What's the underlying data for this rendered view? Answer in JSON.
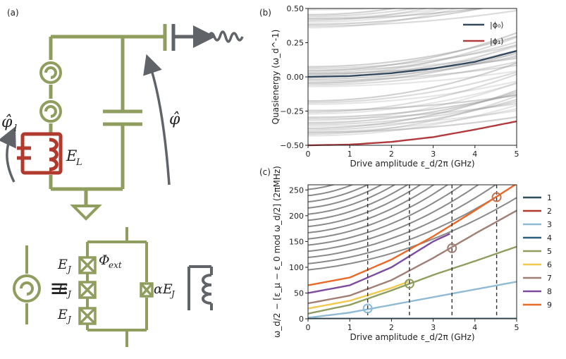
{
  "panels": {
    "a": "(a)",
    "b": "(b)",
    "c": "(c)"
  },
  "circuit": {
    "phi_l": "φ̂",
    "phi_l_sub": "l",
    "phi": "φ̂",
    "E_L": "E",
    "E_L_sub": "L",
    "EJ1": "E",
    "EJ2": "E",
    "EJ3": "E",
    "EJ_sub": "J",
    "Phi_ext": "Φ",
    "Phi_ext_sub": "ext",
    "alphaEJ": "αE",
    "alphaEJ_sub": "J",
    "equiv": "≡",
    "colors": {
      "wire": "#8f9e5f",
      "inductor": "#b03a2e",
      "arrow": "#606469"
    }
  },
  "chart_data": [
    {
      "type": "line",
      "panel": "(b)",
      "xlabel": "Drive amplitude ε_d/2π (GHz)",
      "ylabel": "Quasienergy (ω_d^-1)",
      "xlim": [
        0,
        5
      ],
      "ylim": [
        -0.5,
        0.5
      ],
      "xticks": [
        "0",
        "1",
        "2",
        "3",
        "4",
        "5"
      ],
      "yticks": [
        "−0.50",
        "−0.25",
        "0.00",
        "0.25",
        "0.50"
      ],
      "legend": {
        "placement": "top-right",
        "entries": [
          "|ϕ₀⟩",
          "|ϕ₁⟩"
        ]
      },
      "series": [
        {
          "name": "|ϕ₀⟩",
          "color": "#34495e",
          "x": [
            0,
            1,
            2,
            3,
            4,
            5
          ],
          "values": [
            0.0,
            0.006,
            0.027,
            0.061,
            0.11,
            0.19
          ]
        },
        {
          "name": "|ϕ₁⟩",
          "color": "#b03a3e",
          "x": [
            0,
            1,
            2,
            3,
            4,
            5
          ],
          "values": [
            -0.5,
            -0.495,
            -0.475,
            -0.44,
            -0.385,
            -0.325
          ]
        }
      ],
      "background_bands": "many grey quasienergy branches"
    },
    {
      "type": "line",
      "panel": "(c)",
      "xlabel": "Drive amplitude ε_d/2π (GHz)",
      "ylabel": "ω_d/2 − [ε_μ − ε_0 mod ω_d/2] (2πMHz)",
      "xlim": [
        0,
        5
      ],
      "ylim": [
        0,
        260
      ],
      "xticks": [
        "0",
        "1",
        "2",
        "3",
        "4",
        "5"
      ],
      "yticks": [
        "0",
        "50",
        "100",
        "150",
        "200",
        "250"
      ],
      "legend": {
        "placement": "right",
        "entries": [
          "1",
          "2",
          "3",
          "4",
          "5",
          "6",
          "7",
          "8",
          "9"
        ]
      },
      "dashed_x": [
        1.43,
        2.43,
        3.45,
        4.52
      ],
      "markers": [
        {
          "x": 1.43,
          "y": 20,
          "color": "#8fbcd4"
        },
        {
          "x": 2.43,
          "y": 68,
          "color": "#8f9e5f"
        },
        {
          "x": 3.45,
          "y": 137,
          "color": "#a07f74"
        },
        {
          "x": 4.52,
          "y": 236,
          "color": "#c8714e"
        }
      ],
      "series": [
        {
          "name": "1",
          "color": "#2f4f5f",
          "x": [
            0,
            5
          ],
          "values": [
            0,
            0
          ]
        },
        {
          "name": "2",
          "color": "#b03a2e",
          "x": [
            0,
            5
          ],
          "values": [
            0,
            0
          ]
        },
        {
          "name": "3",
          "color": "#8fbcd4",
          "x": [
            0,
            1,
            2,
            3,
            4,
            5
          ],
          "values": [
            2,
            12,
            27,
            42,
            57,
            72
          ]
        },
        {
          "name": "4",
          "color": "#2b5f7f",
          "x": [
            0,
            5
          ],
          "values": [
            0,
            0
          ]
        },
        {
          "name": "5",
          "color": "#8f9e5f",
          "x": [
            0,
            1,
            2,
            3,
            4,
            5
          ],
          "values": [
            10,
            27,
            55,
            85,
            112,
            140
          ]
        },
        {
          "name": "6",
          "color": "#f2c94c",
          "x": [
            0,
            1,
            2,
            2.4
          ],
          "values": [
            20,
            35,
            60,
            72
          ]
        },
        {
          "name": "7",
          "color": "#a07f74",
          "x": [
            0,
            1,
            2,
            3,
            4,
            5
          ],
          "values": [
            30,
            45,
            75,
            118,
            165,
            210
          ]
        },
        {
          "name": "8",
          "color": "#7d4c9e",
          "x": [
            0,
            1,
            2,
            3,
            3.4
          ],
          "values": [
            50,
            65,
            100,
            150,
            165
          ]
        },
        {
          "name": "9",
          "color": "#e8692a",
          "x": [
            0,
            1,
            2,
            3,
            4,
            5
          ],
          "values": [
            65,
            80,
            115,
            160,
            210,
            262
          ]
        }
      ],
      "grey_lines": "many grey parabolic branches"
    }
  ]
}
